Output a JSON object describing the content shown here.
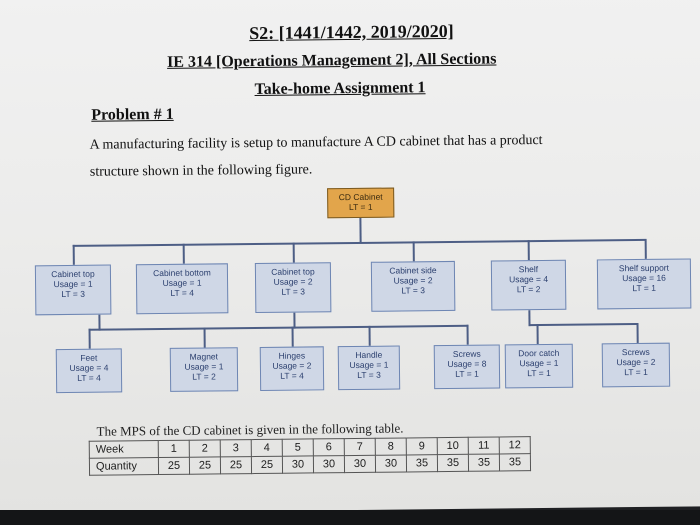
{
  "header": {
    "line1": "S2: [1441/1442, 2019/2020]",
    "line2": "IE 314 [Operations Management 2], All Sections",
    "line3": "Take-home Assignment 1"
  },
  "problem": {
    "title": "Problem # 1",
    "text1": "A manufacturing facility is setup to manufacture A CD cabinet that has a product",
    "text2": "structure shown in the following figure."
  },
  "tree": {
    "root": {
      "name": "CD Cabinet",
      "lt": "LT = 1"
    },
    "level1": [
      {
        "name": "Cabinet top",
        "usage": "Usage = 1",
        "lt": "LT = 3"
      },
      {
        "name": "Cabinet bottom",
        "usage": "Usage = 1",
        "lt": "LT = 4"
      },
      {
        "name": "Cabinet top",
        "usage": "Usage = 2",
        "lt": "LT = 3"
      },
      {
        "name": "Cabinet side",
        "usage": "Usage = 2",
        "lt": "LT = 3"
      },
      {
        "name": "Shelf",
        "usage": "Usage = 4",
        "lt": "LT = 2"
      },
      {
        "name": "Shelf support",
        "usage": "Usage = 16",
        "lt": "LT = 1"
      }
    ],
    "level2": [
      {
        "name": "Feet",
        "usage": "Usage = 4",
        "lt": "LT = 4"
      },
      {
        "name": "Magnet",
        "usage": "Usage = 1",
        "lt": "LT = 2"
      },
      {
        "name": "Hinges",
        "usage": "Usage = 2",
        "lt": "LT = 4"
      },
      {
        "name": "Handle",
        "usage": "Usage = 1",
        "lt": "LT = 3"
      },
      {
        "name": "Screws",
        "usage": "Usage = 8",
        "lt": "LT = 1"
      },
      {
        "name": "Door catch",
        "usage": "Usage = 1",
        "lt": "LT = 1"
      },
      {
        "name": "Screws",
        "usage": "Usage = 2",
        "lt": "LT = 1"
      }
    ]
  },
  "mps": {
    "title": "The MPS of the CD cabinet is given in the following table.",
    "week_label": "Week",
    "quantity_label": "Quantity",
    "weeks": [
      "1",
      "2",
      "3",
      "4",
      "5",
      "6",
      "7",
      "8",
      "9",
      "10",
      "11",
      "12"
    ],
    "quantities": [
      "25",
      "25",
      "25",
      "25",
      "30",
      "30",
      "30",
      "30",
      "35",
      "35",
      "35",
      "35"
    ]
  }
}
